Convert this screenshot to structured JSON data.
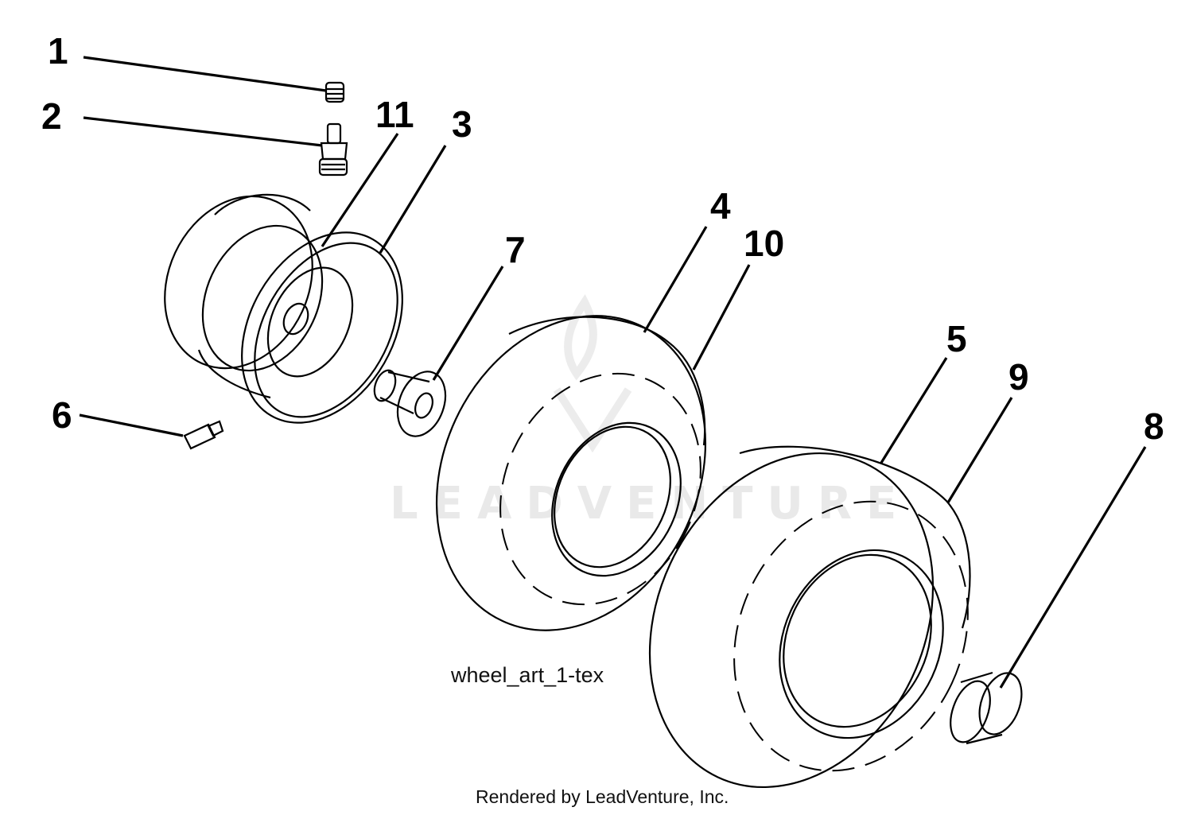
{
  "callouts": [
    "1",
    "2",
    "3",
    "4",
    "5",
    "6",
    "7",
    "8",
    "9",
    "10",
    "11"
  ],
  "caption": "wheel_art_1-tex",
  "footer": "Rendered by LeadVenture, Inc.",
  "watermark": "LEADVENTURE"
}
